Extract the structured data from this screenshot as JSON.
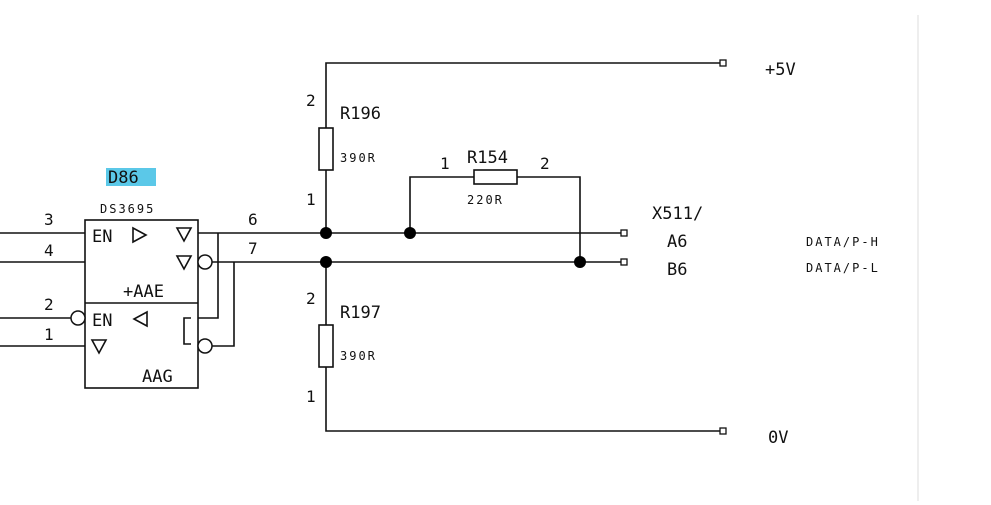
{
  "labels": {
    "supply_plus": "+5V",
    "supply_zero": "0V",
    "ic_ref": "D86",
    "ic_part": "DS3695",
    "ic_en1": "EN",
    "ic_en2": "EN",
    "ic_aae": "+AAE",
    "ic_aag": "AAG",
    "pin3": "3",
    "pin4": "4",
    "pin2_in": "2",
    "pin1_in": "1",
    "pin6": "6",
    "pin7": "7",
    "r196_name": "R196",
    "r196_value": "390R",
    "r196_pin2": "2",
    "r196_pin1": "1",
    "r197_name": "R197",
    "r197_value": "390R",
    "r197_pin2": "2",
    "r197_pin1": "1",
    "r154_name": "R154",
    "r154_value": "220R",
    "r154_pin1": "1",
    "r154_pin2": "2",
    "connector": "X511/",
    "conn_a": "A6",
    "conn_b": "B6",
    "net_h": "DATA/P-H",
    "net_l": "DATA/P-L"
  },
  "colors": {
    "wire": "#111111",
    "highlight": "#5bc8e8",
    "background": "#ffffff"
  }
}
